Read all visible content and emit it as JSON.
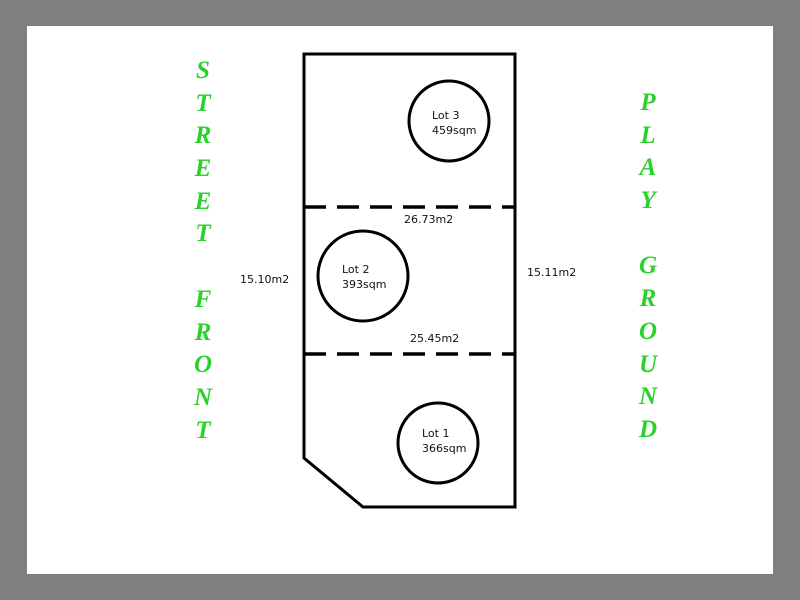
{
  "left_label": [
    "S",
    "T",
    "R",
    "E",
    "E",
    "T",
    "",
    "F",
    "R",
    "O",
    "N",
    "T"
  ],
  "right_label": [
    "P",
    "L",
    "A",
    "Y",
    "",
    "G",
    "R",
    "O",
    "U",
    "N",
    "D"
  ],
  "dimensions": {
    "left_side": "15.10m2",
    "right_side": "15.11m2",
    "top_divider": "26.73m2",
    "bottom_divider": "25.45m2"
  },
  "lots": [
    {
      "name": "Lot 3",
      "area": "459sqm"
    },
    {
      "name": "Lot 2",
      "area": "393sqm"
    },
    {
      "name": "Lot 1",
      "area": "366sqm"
    }
  ],
  "colors": {
    "label_green": "#2bd12b",
    "frame_gray": "#7f7f7f",
    "line": "#000000"
  }
}
